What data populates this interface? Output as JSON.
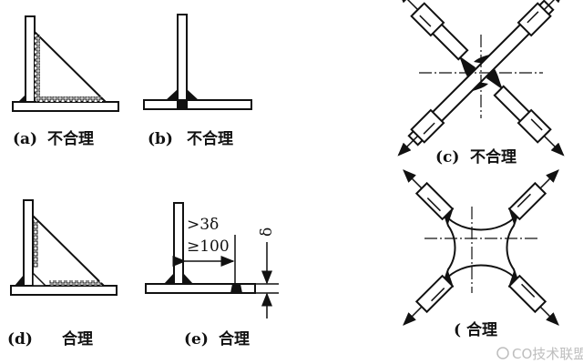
{
  "figures": {
    "a": {
      "tag": "(a)",
      "verdict": "不合理"
    },
    "b": {
      "tag": "(b)",
      "verdict": "不合理"
    },
    "c": {
      "tag": "(c)",
      "verdict": "不合理"
    },
    "d": {
      "tag": "(d)",
      "verdict": "合理"
    },
    "e": {
      "tag": "(e)",
      "verdict": "合理",
      "dim_line1": ">3δ",
      "dim_line2": "≥100",
      "thickness_symbol": "δ"
    },
    "f": {
      "tag": "(",
      "verdict": "合理"
    }
  },
  "watermark": {
    "text": "CO技术联盟"
  },
  "colors": {
    "ink": "#111111",
    "paper": "#ffffff",
    "watermark": "#bdbdbd"
  }
}
